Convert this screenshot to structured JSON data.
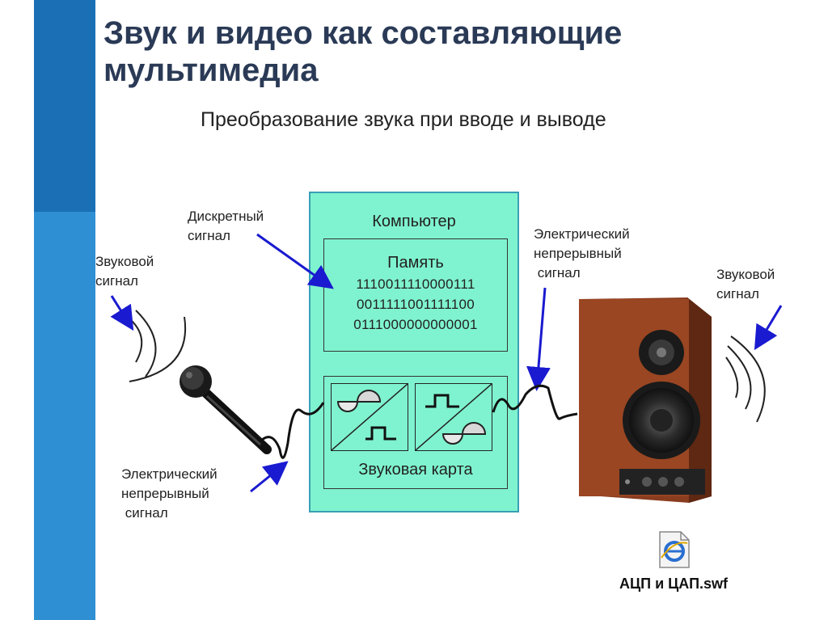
{
  "slide": {
    "title": "Звук и видео как составляющие мультимедиа",
    "subtitle": "Преобразование звука при вводе и выводе"
  },
  "labels": {
    "sound_signal_left": [
      "Звуковой",
      "сигнал"
    ],
    "discrete_signal": [
      "Дискретный",
      "сигнал"
    ],
    "electric_signal_left": [
      "Электрический",
      "непрерывный",
      " сигнал"
    ],
    "electric_signal_right": [
      "Электрический",
      "непрерывный",
      " сигнал"
    ],
    "sound_signal_right": [
      "Звуковой",
      "сигнал"
    ]
  },
  "computer": {
    "title": "Компьютер",
    "memory_title": "Память",
    "bits": [
      "1110011110000111",
      "0011111001111100",
      "0111000000000001"
    ],
    "sound_card_title": "Звуковая карта"
  },
  "file": {
    "caption": "АЦП и ЦАП.swf",
    "icon": "ie-file-icon"
  },
  "colors": {
    "computer_fill": "#7ff3cf",
    "arrow": "#1a1ad0",
    "title": "#2a3a56",
    "bar": "#1b6fb5"
  }
}
